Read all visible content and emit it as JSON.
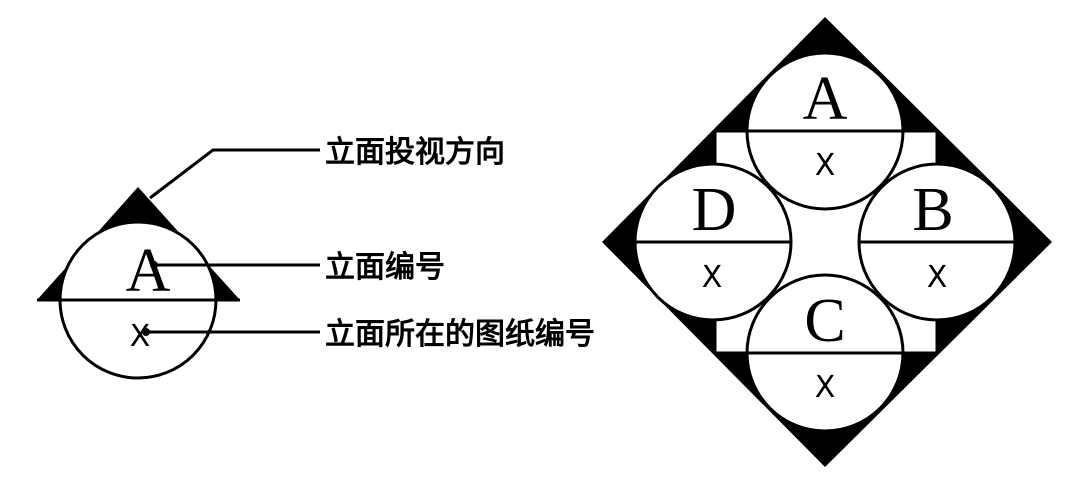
{
  "legend_symbol": {
    "letter": "A",
    "sheet_mark": "X",
    "labels": {
      "direction": "立面投视方向",
      "elevation_number": "立面编号",
      "sheet_number": "立面所在的图纸编号"
    }
  },
  "combined_symbol": {
    "top": {
      "letter": "A",
      "sheet_mark": "X"
    },
    "right": {
      "letter": "B",
      "sheet_mark": "X"
    },
    "bottom": {
      "letter": "C",
      "sheet_mark": "X"
    },
    "left": {
      "letter": "D",
      "sheet_mark": "X"
    }
  }
}
